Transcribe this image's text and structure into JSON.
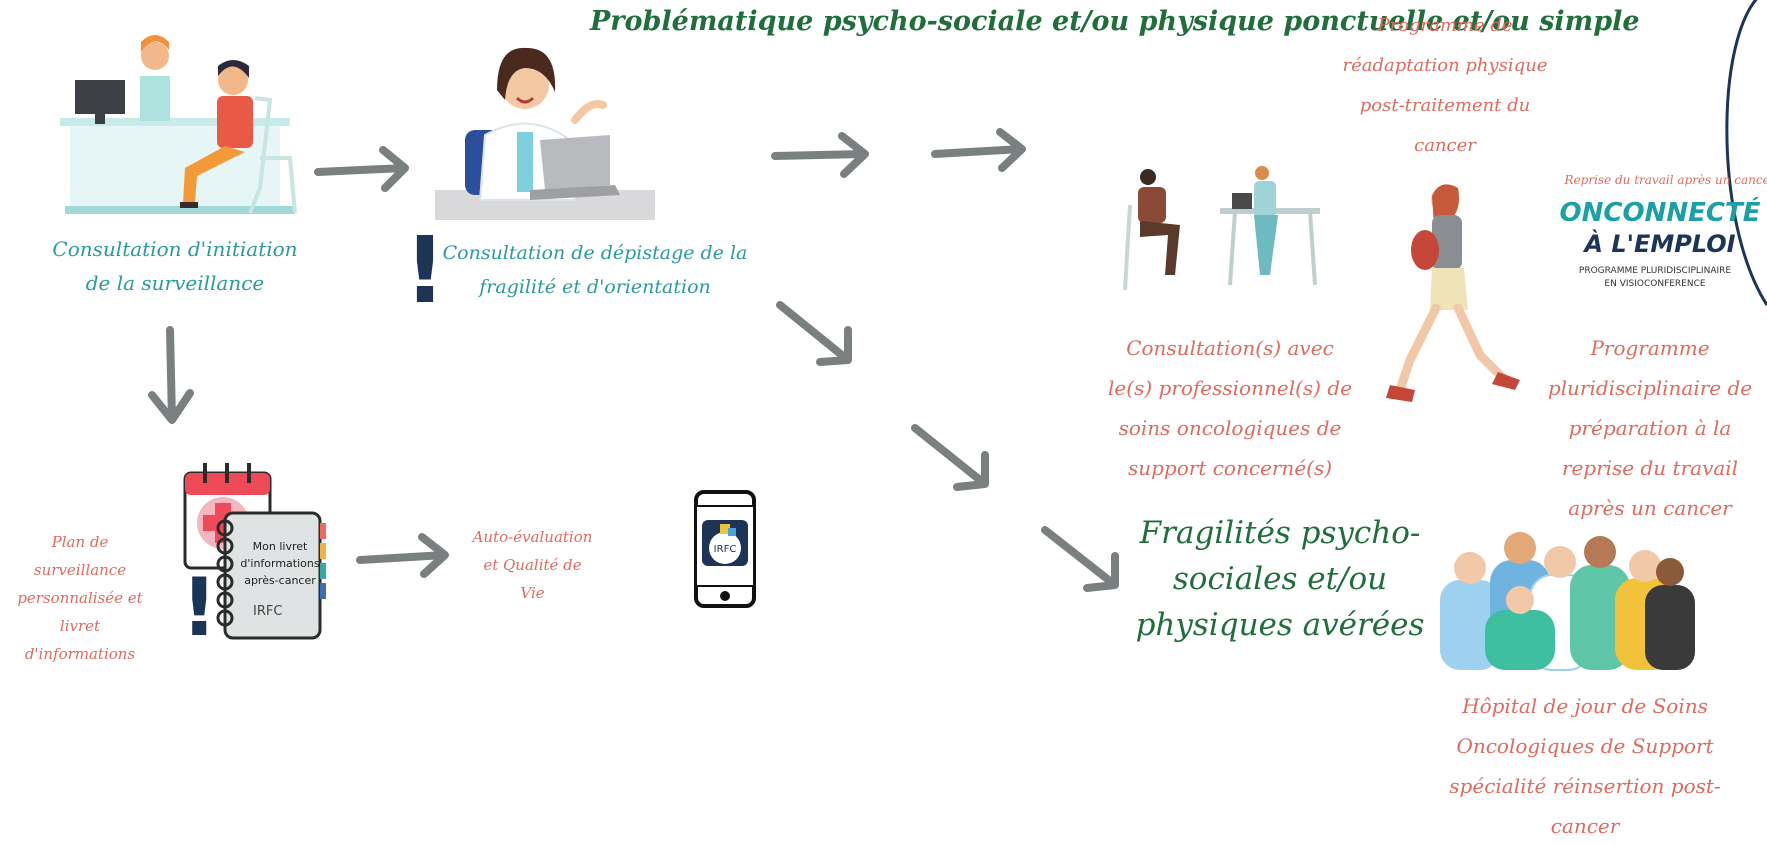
{
  "title": "Problématique psycho-sociale et/ou physique ponctuelle et/ou simple",
  "steps": {
    "initiation": "Consultation d'initiation de la surveillance",
    "depistage": "Consultation de dépistage de la fragilité et d'orientation",
    "plan": "Plan de surveillance personnalisée et livret d'informations",
    "auto_eval": "Auto-évaluation et Qualité de Vie",
    "fragilites": "Fragilités psycho-sociales et/ou physiques avérées"
  },
  "booklet": {
    "line1": "Mon livret",
    "line2": "d'informations",
    "line3": "après-cancer",
    "brand": "IRFC"
  },
  "phone_brand": "IRFC",
  "offers": {
    "readaptation": "Programme de réadaptation physique post-traitement du cancer",
    "consultations": "Consultation(s) avec le(s) professionnel(s) de soins oncologiques de support concerné(s)",
    "pluri": "Programme pluridisciplinaire de préparation à la reprise du travail après un cancer",
    "hopital": "Hôpital de jour de Soins Oncologiques de Support spécialité réinsertion post-cancer"
  },
  "logo": {
    "caption": "Reprise du travail après un cancer",
    "line1": "ONCONNECTÉ",
    "line2": "À L'EMPLOI",
    "sub1": "PROGRAMME PLURIDISCIPLINAIRE",
    "sub2": "EN VISIOCONFERENCE"
  },
  "alert_mark": "!",
  "colors": {
    "teal": "#2a9a9f",
    "green": "#1f6e3c",
    "red": "#e06a60",
    "arrow": "#7a7f80",
    "navy": "#1c3557"
  }
}
